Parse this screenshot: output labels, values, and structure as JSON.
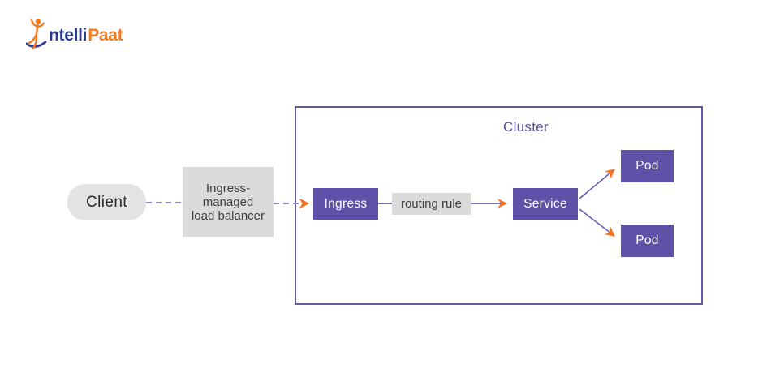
{
  "logo": {
    "text_primary": "ntelli",
    "text_secondary": "Paat"
  },
  "diagram": {
    "cluster": {
      "label": "Cluster"
    },
    "nodes": {
      "client": {
        "label": "Client"
      },
      "load_balancer": {
        "lines": [
          "Ingress-",
          "managed",
          "load balancer"
        ]
      },
      "ingress": {
        "label": "Ingress"
      },
      "routing_rule": {
        "label": "routing rule"
      },
      "service": {
        "label": "Service"
      },
      "pods": [
        {
          "label": "Pod"
        },
        {
          "label": "Pod"
        }
      ]
    }
  },
  "colors": {
    "node_purple": "#5d51a8",
    "cluster_border": "#6659ae",
    "cluster_label_text": "#5b50a8",
    "gray_box": "#dcdbdc",
    "client_pill": "#e3e2e4",
    "dashed_line": "#8478cb",
    "solid_line": "#473e86",
    "diagonal_line": "#6a5eb5",
    "arrowhead_orange": "#f4711f",
    "logo_navy": "#2b3990",
    "logo_orange": "#f47a1f",
    "dark_text": "#3f3f3f",
    "background": "#ffffff"
  }
}
